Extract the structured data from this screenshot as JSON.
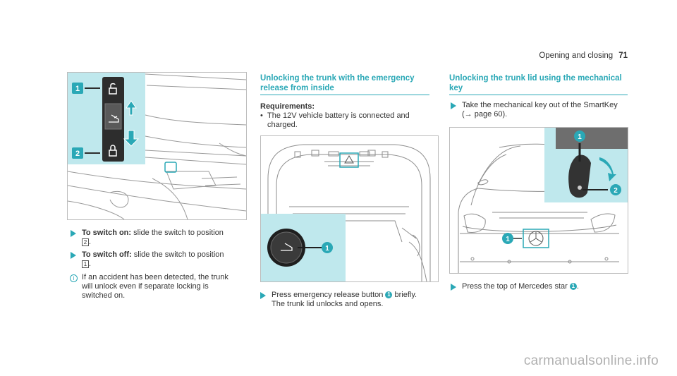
{
  "header": {
    "section": "Opening and closing",
    "page": "71"
  },
  "col1": {
    "figure": {
      "callouts": [
        "1",
        "2"
      ],
      "icons": [
        "unlock-icon",
        "trunk-open-icon",
        "lock-icon",
        "arrow-up",
        "arrow-down"
      ]
    },
    "steps": [
      {
        "bold": "To switch on:",
        "text": "slide the switch to position",
        "num": "2",
        "after": "."
      },
      {
        "bold": "To switch off:",
        "text": "slide the switch to position",
        "num": "1",
        "after": "."
      }
    ],
    "note": {
      "line1": "If an accident has been detected, the trunk",
      "line2": "will unlock even if separate locking is",
      "line3": "switched on."
    }
  },
  "col2": {
    "title_line1": "Unlocking the trunk with the emergency",
    "title_line2": "release from inside",
    "requirements_label": "Requirements:",
    "bullet_line1": "The 12V vehicle battery is connected and",
    "bullet_line2": "charged.",
    "figure": {
      "callout": "1"
    },
    "step": {
      "line1_a": "Press emergency release button",
      "num": "1",
      "line1_b": "briefly.",
      "line2": "The trunk lid unlocks and opens."
    }
  },
  "col3": {
    "title_line1": "Unlocking the trunk lid using the mechanical",
    "title_line2": "key",
    "step1": {
      "line1": "Take the mechanical key out of the SmartKey",
      "line2": "(→ page 60)."
    },
    "figure": {
      "callouts": [
        "1",
        "2",
        "1"
      ]
    },
    "step2": {
      "text_a": "Press the top of Mercedes star",
      "num": "1",
      "after": "."
    }
  },
  "colors": {
    "accent": "#2aa8b6",
    "panel": "#bfe8ed",
    "line": "#9a9a9a"
  },
  "watermark": "carmanualsonline.info"
}
